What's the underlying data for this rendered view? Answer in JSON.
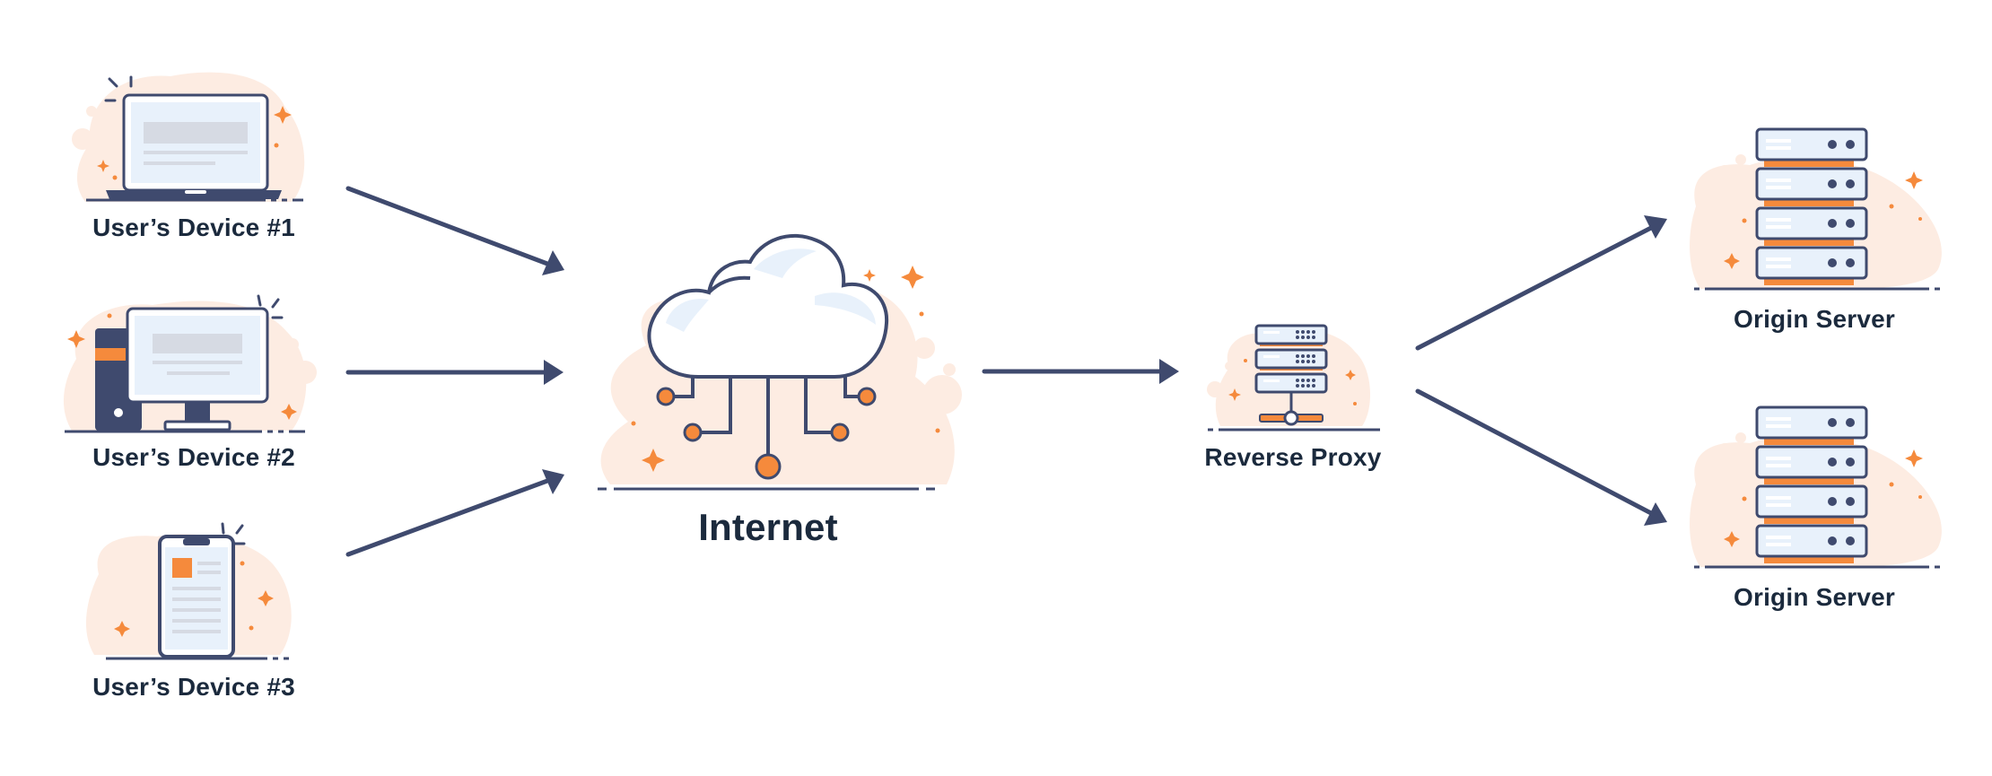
{
  "colors": {
    "stroke": "#3f4a6e",
    "accent": "#f58a3c",
    "screen": "#e8f1fb",
    "blob": "#fdece2",
    "text": "#1b2a3d"
  },
  "nodes": {
    "device1": {
      "label": "User’s Device #1",
      "icon": "laptop-icon"
    },
    "device2": {
      "label": "User’s Device #2",
      "icon": "desktop-computer-icon"
    },
    "device3": {
      "label": "User’s Device #3",
      "icon": "smartphone-icon"
    },
    "internet": {
      "label": "Internet",
      "icon": "cloud-network-icon"
    },
    "proxy": {
      "label": "Reverse Proxy",
      "icon": "server-stack-icon"
    },
    "origin1": {
      "label": "Origin Server",
      "icon": "server-rack-icon"
    },
    "origin2": {
      "label": "Origin Server",
      "icon": "server-rack-icon"
    }
  },
  "edges": [
    {
      "from": "device1",
      "to": "internet"
    },
    {
      "from": "device2",
      "to": "internet"
    },
    {
      "from": "device3",
      "to": "internet"
    },
    {
      "from": "internet",
      "to": "proxy"
    },
    {
      "from": "proxy",
      "to": "origin1"
    },
    {
      "from": "proxy",
      "to": "origin2"
    }
  ]
}
